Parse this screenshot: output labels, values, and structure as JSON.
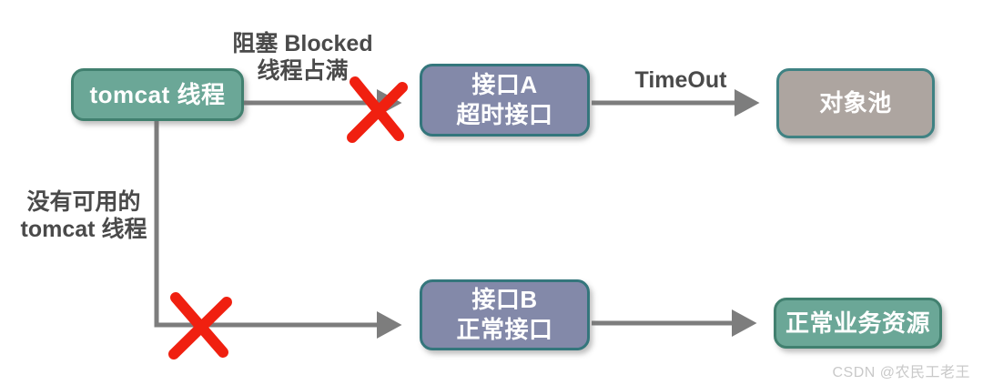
{
  "diagram": {
    "nodes": {
      "tomcat": {
        "label": "tomcat 线程"
      },
      "interface_a": {
        "line1": "接口A",
        "line2": "超时接口"
      },
      "object_pool": {
        "label": "对象池"
      },
      "interface_b": {
        "line1": "接口B",
        "line2": "正常接口"
      },
      "normal_resource": {
        "label": "正常业务资源"
      }
    },
    "edge_labels": {
      "blocked": {
        "line1": "阻塞 Blocked",
        "line2": "线程占满"
      },
      "timeout": {
        "label": "TimeOut"
      },
      "no_thread": {
        "line1": "没有可用的",
        "line2": "tomcat 线程"
      }
    },
    "watermark": "CSDN @农民工老王",
    "colors": {
      "green_fill": "#6BA797",
      "green_border": "#41806F",
      "purple_fill": "#8389A9",
      "purple_border": "#34767C",
      "gray_fill": "#ADA5A0",
      "gray_border": "#3F8283",
      "arrow": "#7D7D7D",
      "cross_red": "#F02010",
      "label_text": "#4A4A4A",
      "watermark_text": "#C9C9C9"
    }
  }
}
